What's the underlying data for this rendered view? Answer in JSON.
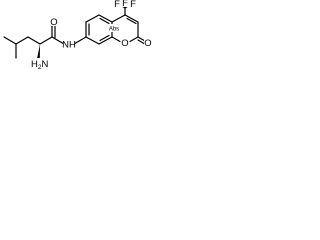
{
  "molecule": {
    "atoms": {
      "fluorine_1": "F",
      "fluorine_2": "F",
      "fluorine_3": "F",
      "amide_nh": "NH",
      "amine_h": "H",
      "amine_n": "N",
      "amine_sub": "2",
      "amide_o": "O",
      "ring_o": "O",
      "lactone_o": "O"
    },
    "stereo_label": "Abs"
  }
}
